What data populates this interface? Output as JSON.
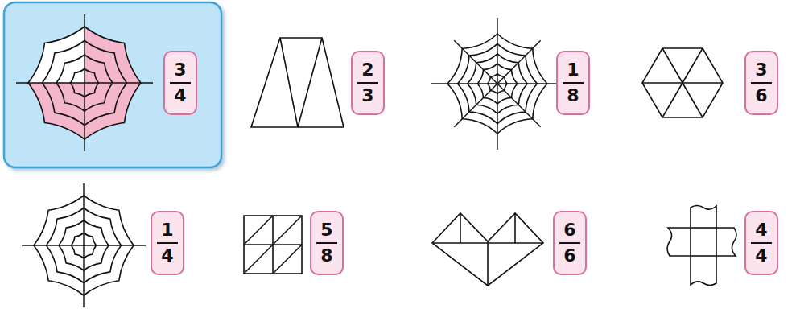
{
  "diagram": {
    "nodes": [
      {
        "text": [
          "3",
          "4"
        ]
      },
      {
        "text": [
          "2",
          "3"
        ]
      },
      {
        "text": [
          "1",
          "8"
        ]
      },
      {
        "text": [
          "3",
          "6"
        ]
      },
      {
        "text": [
          "1",
          "4"
        ]
      },
      {
        "text": [
          "5",
          "8"
        ]
      },
      {
        "text": [
          "6",
          "6"
        ]
      },
      {
        "text": [
          "4",
          "4"
        ]
      }
    ]
  }
}
